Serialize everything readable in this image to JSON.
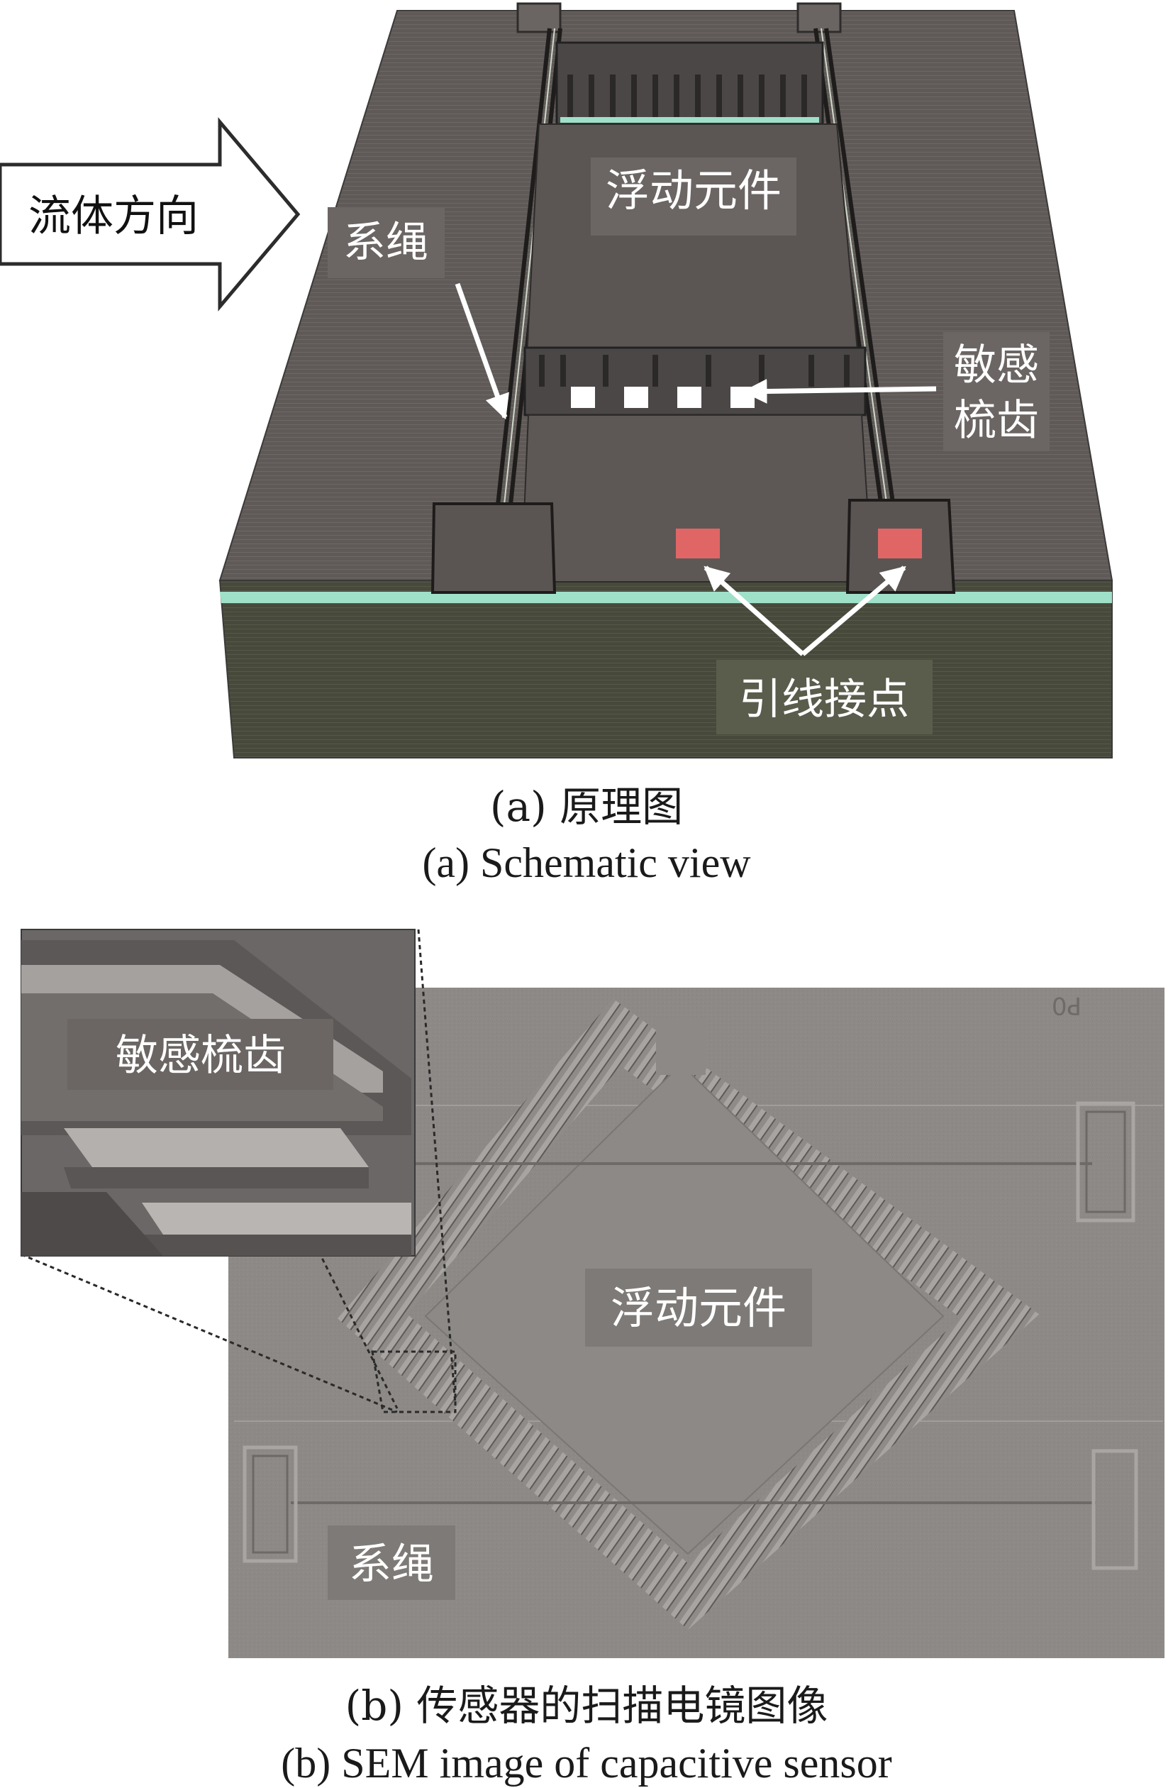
{
  "panel_a": {
    "labels": {
      "flow_direction": "流体方向",
      "floating_element": "浮动元件",
      "tether": "系绳",
      "sensing_comb_line1": "敏感",
      "sensing_comb_line2": "梳齿",
      "lead_contacts": "引线接点"
    },
    "caption_zh": "(a) 原理图",
    "caption_en": "(a) Schematic view"
  },
  "panel_b": {
    "labels": {
      "sensing_comb": "敏感梳齿",
      "floating_element": "浮动元件",
      "tether": "系绳",
      "corner_mark": "P0"
    },
    "caption_zh": "(b) 传感器的扫描电镜图像",
    "caption_en": "(b) SEM image of capacitive sensor"
  },
  "colors": {
    "device_top": "#5f5a58",
    "device_side": "#4a4d3e",
    "oxide_layer": "#9fe0c9",
    "contact_pad": "#e06666",
    "sem_background": "#8d8986",
    "label_box": "#6b6664",
    "label_text": "#ffffff"
  }
}
